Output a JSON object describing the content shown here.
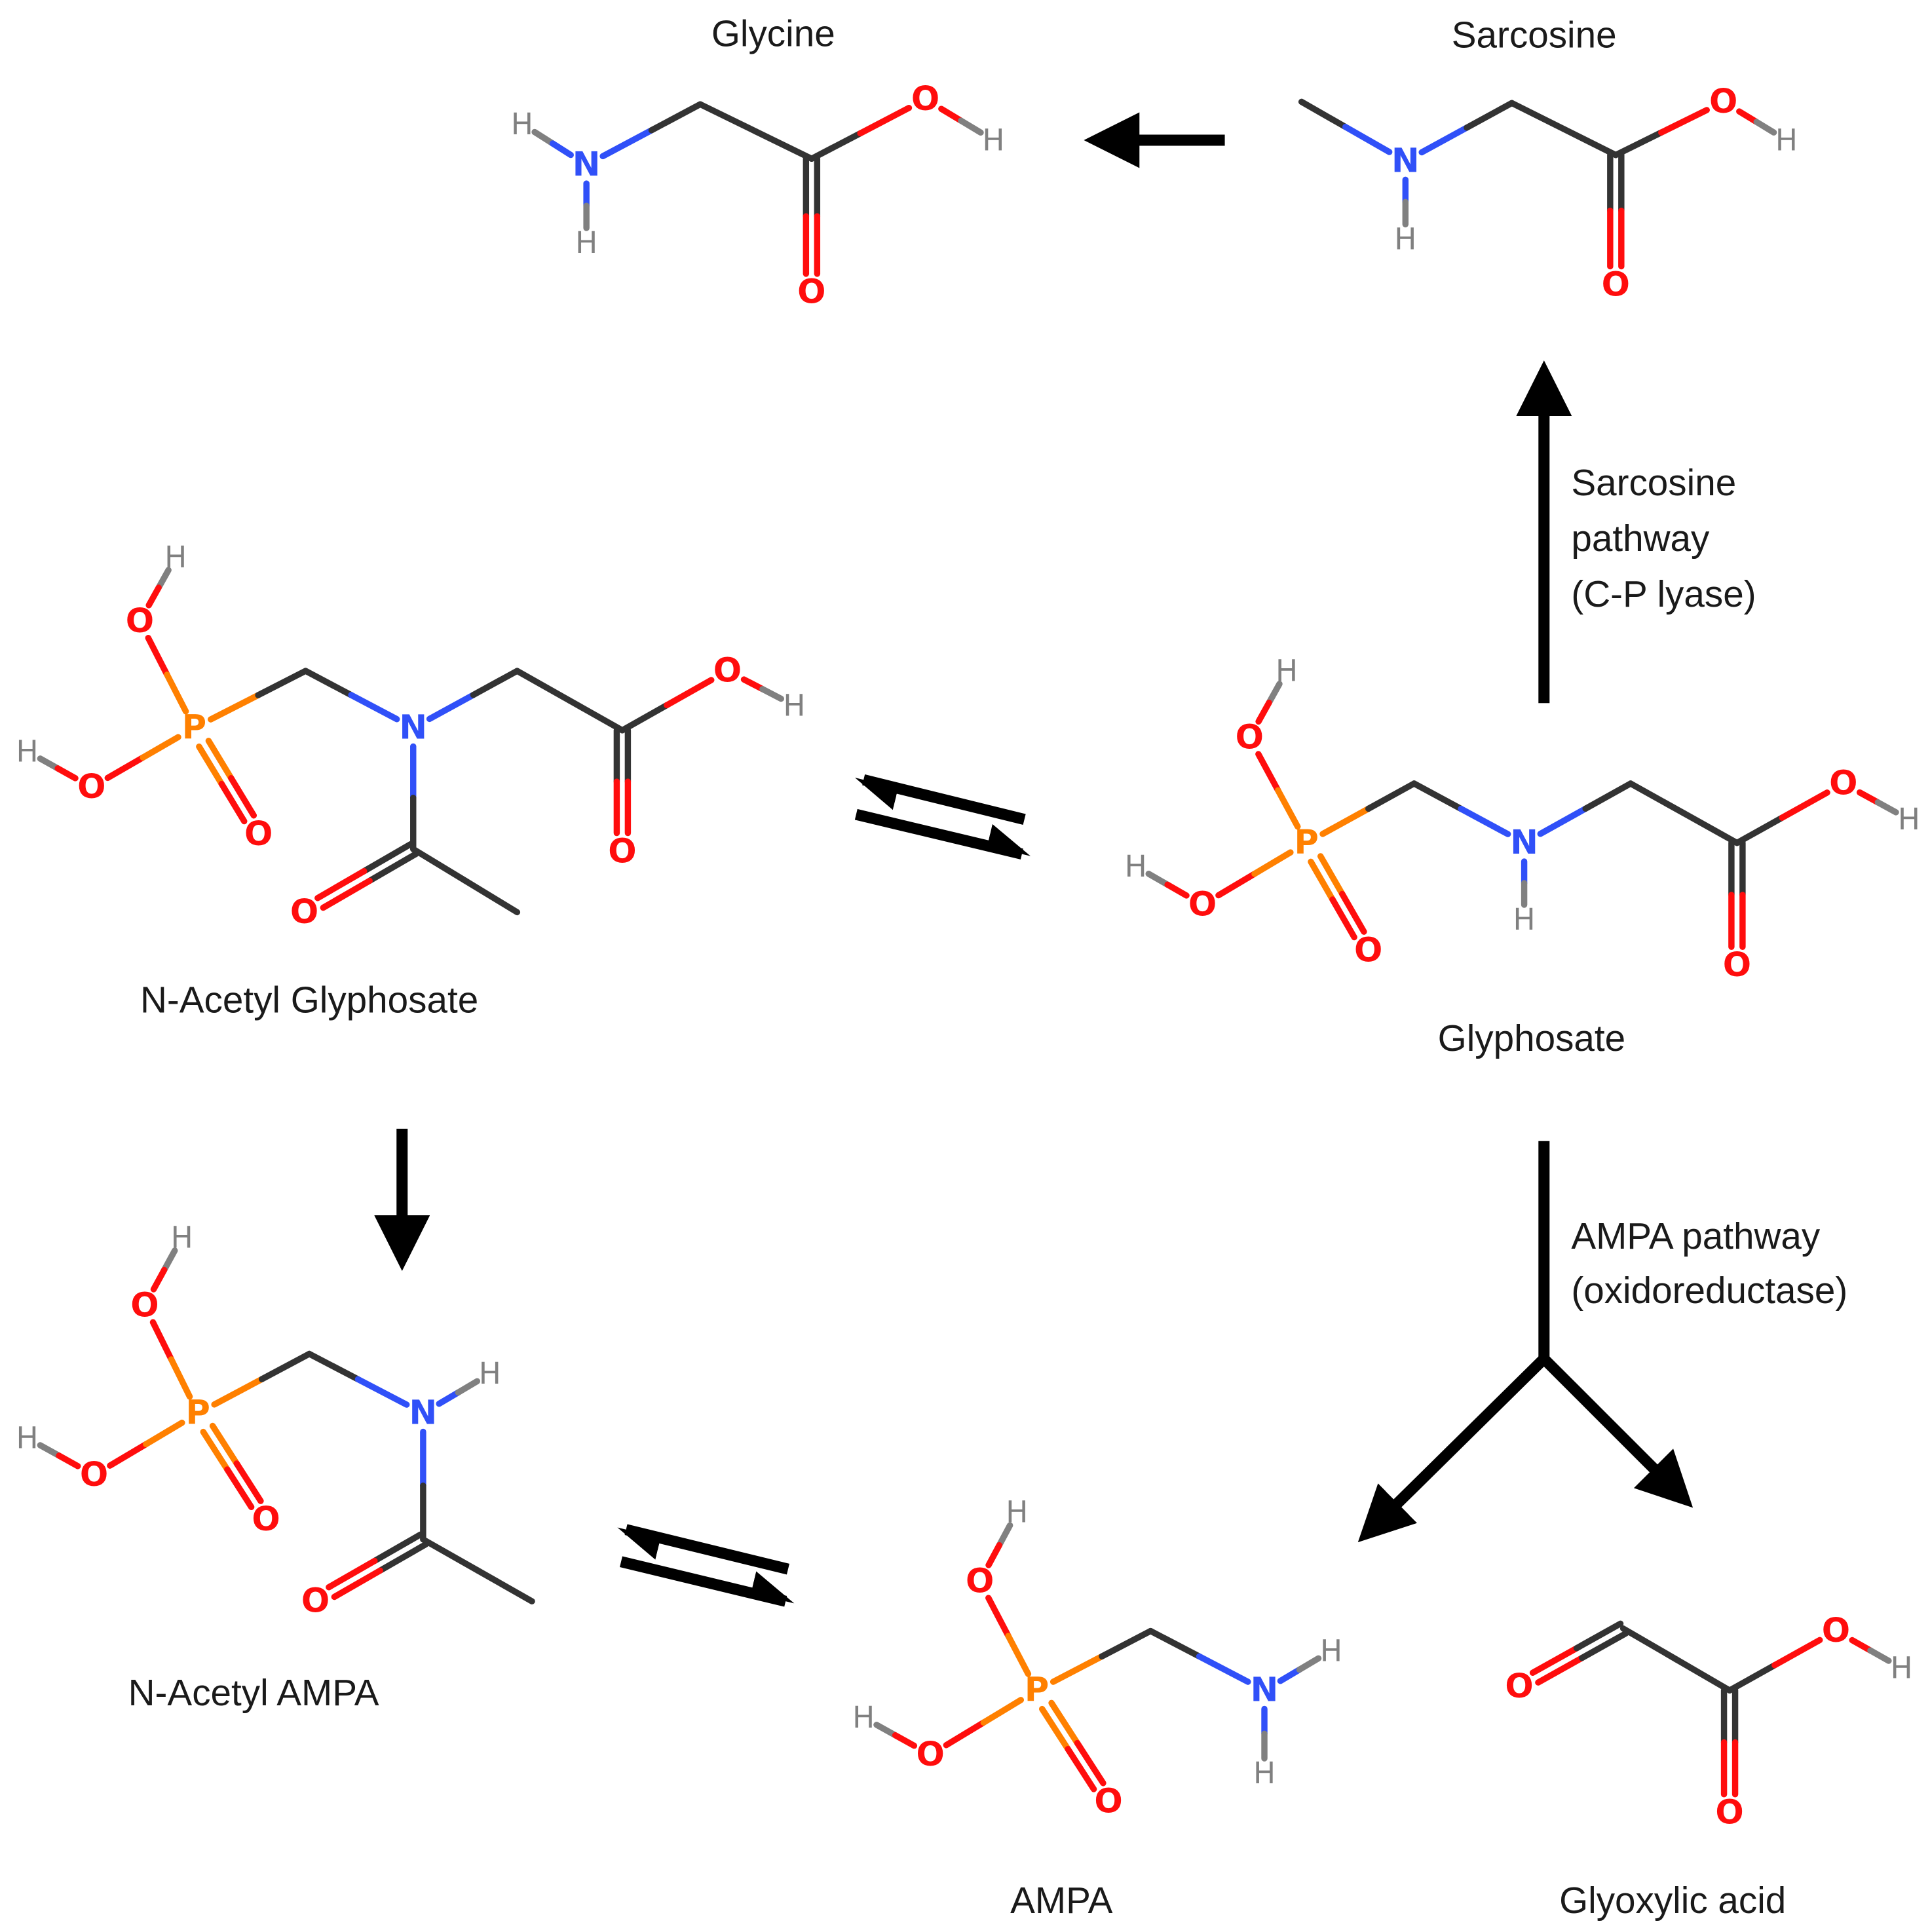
{
  "atoms": {
    "hydrogen": "H",
    "nitrogen": "N",
    "oxygen": "O",
    "phosphorus": "P"
  },
  "colors": {
    "carbon": "#333333",
    "hydrogen": "#808080",
    "nitrogen": "#3050F8",
    "oxygen": "#FF0D0D",
    "phosphorus": "#FF8000",
    "arrow": "#000000"
  },
  "compounds": {
    "glycine": "Glycine",
    "sarcosine": "Sarcosine",
    "n_acetyl_glyphosate": "N-Acetyl Glyphosate",
    "glyphosate": "Glyphosate",
    "n_acetyl_ampa": "N-Acetyl AMPA",
    "ampa": "AMPA",
    "glyoxylic_acid": "Glyoxylic acid"
  },
  "pathways": {
    "sarcosine_line1": "Sarcosine",
    "sarcosine_line2": "pathway",
    "sarcosine_line3": "(C-P lyase)",
    "ampa_line1": "AMPA pathway",
    "ampa_line2": "(oxidoreductase)"
  }
}
